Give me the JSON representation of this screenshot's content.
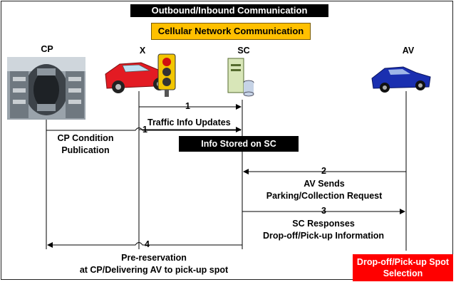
{
  "title": "Outbound/Inbound Communication Framework",
  "cellular": "Cellular Network Communication",
  "actors": {
    "cp": "CP",
    "x": "X",
    "sc": "SC",
    "av": "AV"
  },
  "messages": {
    "m1_top_num": "1",
    "m1_traffic": "Traffic Info Updates",
    "m1_cp_num": "1",
    "cp_condition_line1": "CP Condition",
    "cp_condition_line2": "Publication",
    "info_stored": "Info Stored on SC",
    "m2_num": "2",
    "m2_line1": "AV Sends",
    "m2_line2": "Parking/Collection Request",
    "m3_num": "3",
    "m3_line1": "SC Responses",
    "m3_line2": "Drop-off/Pick-up Information",
    "m4_num": "4",
    "m4_line1": "Pre-reservation",
    "m4_line2": "at CP/Delivering AV to pick-up spot"
  },
  "spot_selection": "Drop-off/Pick-up Spot Selection",
  "colors": {
    "title_bg": "#000000",
    "cellular_bg": "#FFC000",
    "spot_bg": "#FF0000",
    "car_x": "#e31b23",
    "car_av": "#1a2fb0"
  },
  "icons": [
    "parking-garage-image",
    "red-car-icon",
    "traffic-light-icon",
    "server-icon",
    "blue-car-icon"
  ]
}
